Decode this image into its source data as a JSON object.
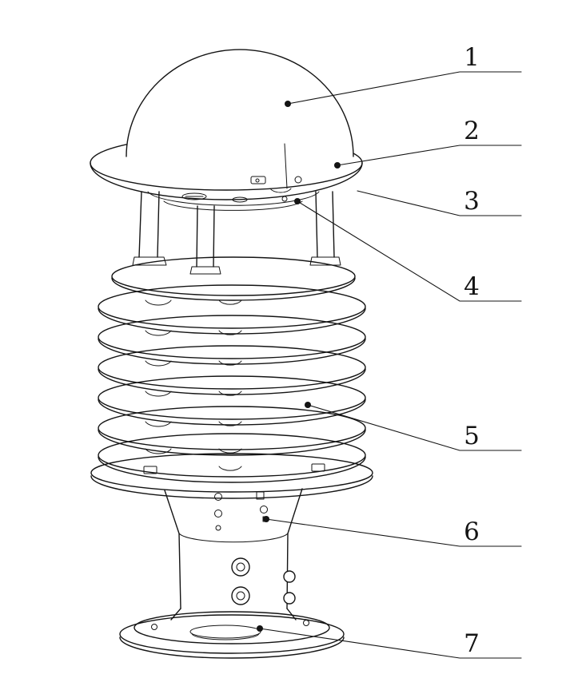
{
  "page": {
    "background": "#ffffff",
    "line_color": "#141414"
  },
  "figure": {
    "type": "technical-line-drawing",
    "callouts": [
      {
        "label": "1"
      },
      {
        "label": "2"
      },
      {
        "label": "3"
      },
      {
        "label": "4"
      },
      {
        "label": "5"
      },
      {
        "label": "6"
      },
      {
        "label": "7"
      }
    ]
  }
}
